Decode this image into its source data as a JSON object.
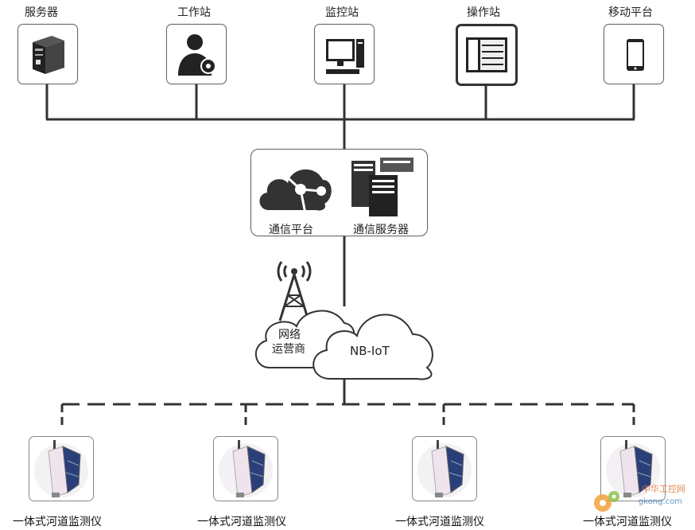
{
  "top_nodes": [
    {
      "label": "服务器",
      "icon": "server-icon"
    },
    {
      "label": "工作站",
      "icon": "workstation-user-icon"
    },
    {
      "label": "监控站",
      "icon": "monitor-computer-icon"
    },
    {
      "label": "操作站",
      "icon": "operator-panel-icon"
    },
    {
      "label": "移动平台",
      "icon": "mobile-phone-icon"
    }
  ],
  "comm": {
    "platform_label": "通信平台",
    "server_label": "通信服务器"
  },
  "network": {
    "operator_label_line1": "网络",
    "operator_label_line2": "运营商",
    "nbiot_label": "NB-IoT"
  },
  "devices": [
    {
      "label": "一体式河道监测仪"
    },
    {
      "label": "一体式河道监测仪"
    },
    {
      "label": "一体式河道监测仪"
    },
    {
      "label": "一体式河道监测仪"
    }
  ],
  "watermark": {
    "line1": "中华工控网",
    "line2": "gkong.com"
  }
}
